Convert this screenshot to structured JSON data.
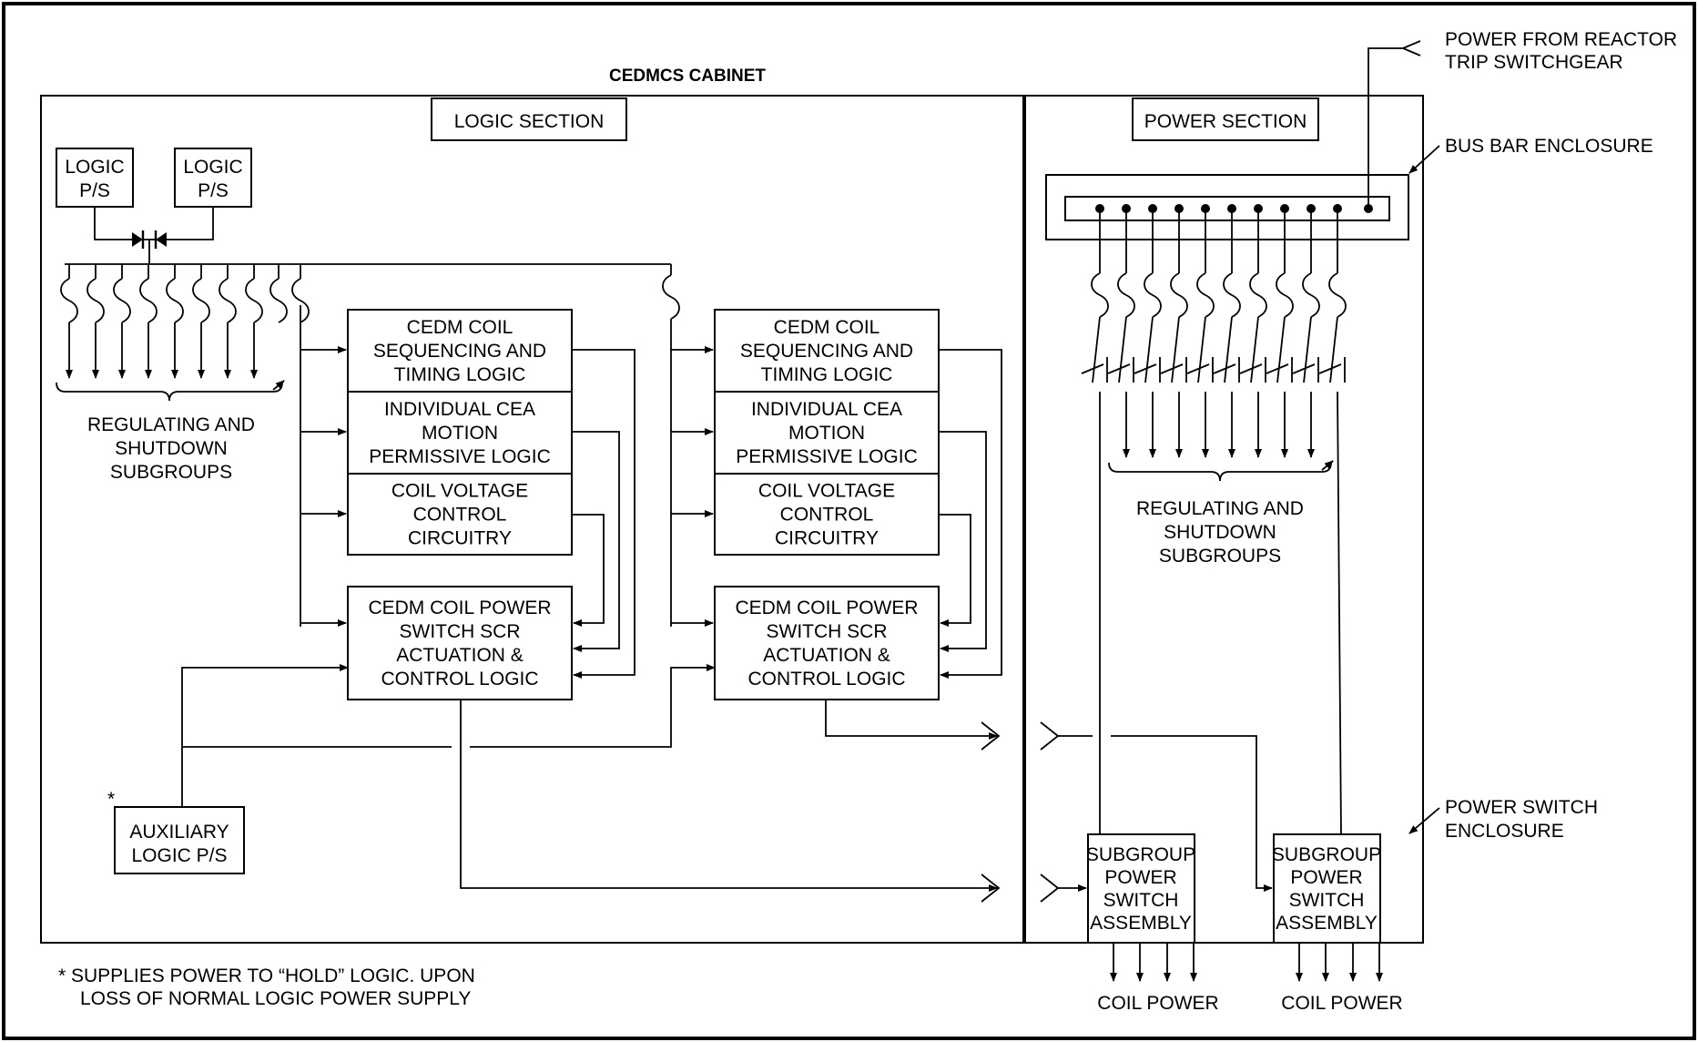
{
  "diagram": {
    "cabinet_title": "CEDMCS CABINET",
    "logic_section": "LOGIC SECTION",
    "power_section": "POWER SECTION",
    "logic_ps_1": [
      "LOGIC",
      "P/S"
    ],
    "logic_ps_2": [
      "LOGIC",
      "P/S"
    ],
    "subgroups_left": [
      "REGULATING AND",
      "SHUTDOWN",
      "SUBGROUPS"
    ],
    "subgroups_right": [
      "REGULATING AND",
      "SHUTDOWN",
      "SUBGROUPS"
    ],
    "seq_logic": [
      "CEDM COIL",
      "SEQUENCING AND",
      "TIMING LOGIC"
    ],
    "permissive_logic": [
      "INDIVIDUAL CEA",
      "MOTION",
      "PERMISSIVE LOGIC"
    ],
    "voltage_control": [
      "COIL VOLTAGE",
      "CONTROL",
      "CIRCUITRY"
    ],
    "power_switch_logic": [
      "CEDM COIL POWER",
      "SWITCH SCR",
      "ACTUATION &",
      "CONTROL LOGIC"
    ],
    "aux_ps": [
      "AUXILIARY",
      "LOGIC P/S"
    ],
    "aux_star": "*",
    "subgroup_assembly": [
      "SUBGROUP",
      "POWER",
      "SWITCH",
      "ASSEMBLY"
    ],
    "coil_power": "COIL POWER",
    "callout_reactor_trip": [
      "POWER FROM REACTOR",
      "TRIP SWITCHGEAR"
    ],
    "callout_bus_bar": "BUS BAR ENCLOSURE",
    "callout_power_switch": [
      "POWER SWITCH",
      "ENCLOSURE"
    ],
    "footnote": [
      "*  SUPPLIES POWER TO “HOLD” LOGIC.  UPON",
      "LOSS OF NORMAL LOGIC POWER SUPPLY"
    ]
  }
}
